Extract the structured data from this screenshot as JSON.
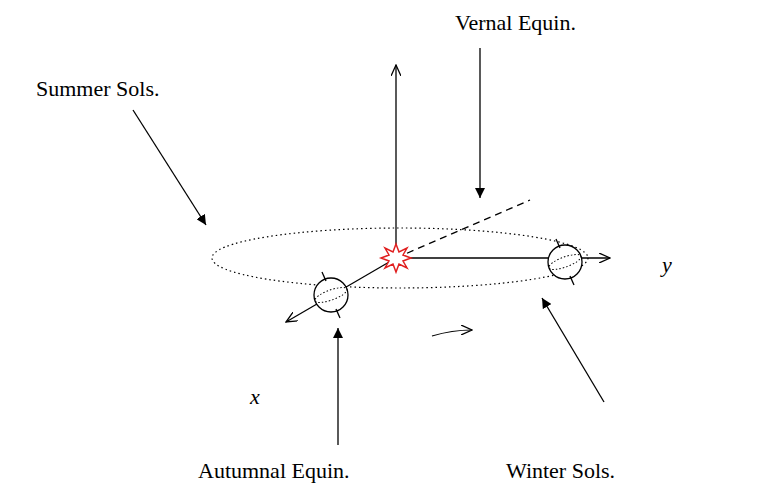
{
  "diagram": {
    "labels": [
      "Vernal Equin.",
      "Summer Sols.",
      "x",
      "y",
      "Autumnal Equin.",
      "Winter Sols."
    ]
  }
}
